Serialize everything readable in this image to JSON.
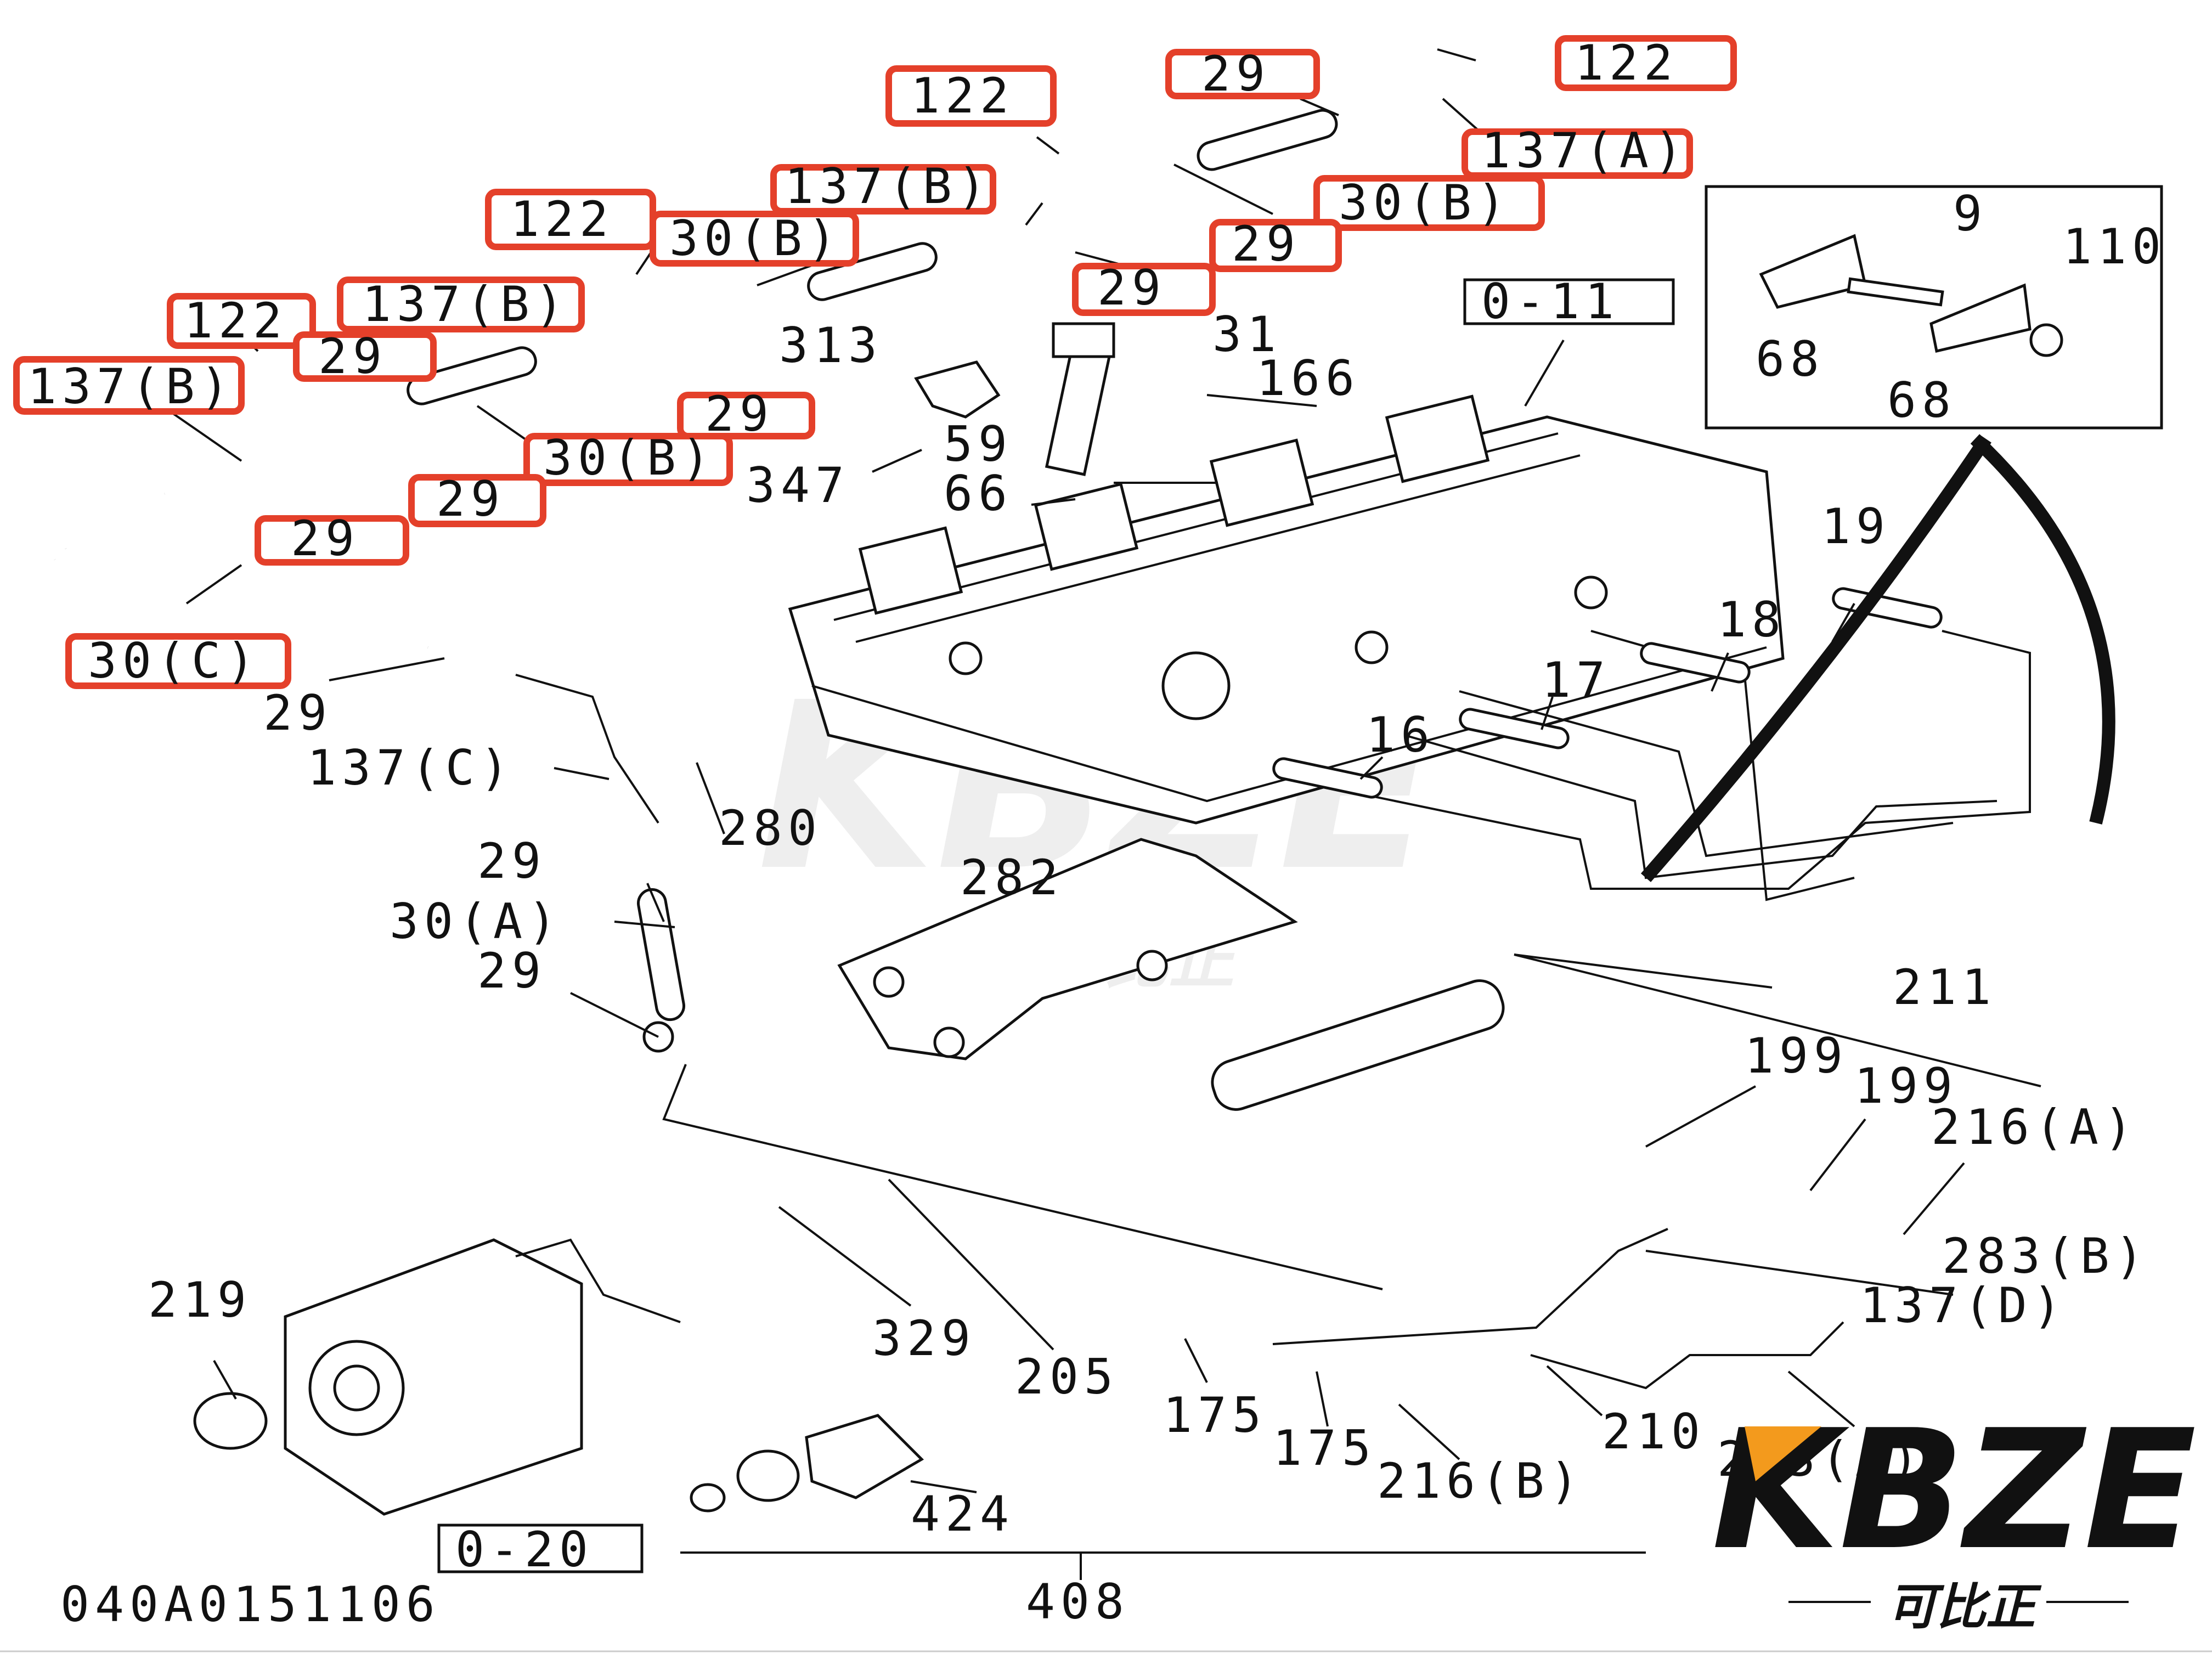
{
  "colors": {
    "highlight": "#e4402a",
    "ink": "#111111",
    "watermark": "#d8d8d8",
    "brand_accent": "#f39a1d"
  },
  "highlighted_labels": [
    {
      "id": "h1",
      "text": "122"
    },
    {
      "id": "h2",
      "text": "29"
    },
    {
      "id": "h3",
      "text": "122"
    },
    {
      "id": "h4",
      "text": "137(A)"
    },
    {
      "id": "h5",
      "text": "137(B)"
    },
    {
      "id": "h6",
      "text": "30(B)"
    },
    {
      "id": "h7",
      "text": "122"
    },
    {
      "id": "h8",
      "text": "30(B)"
    },
    {
      "id": "h9",
      "text": "29"
    },
    {
      "id": "h10",
      "text": "29"
    },
    {
      "id": "h11",
      "text": "122"
    },
    {
      "id": "h12",
      "text": "137(B)"
    },
    {
      "id": "h13",
      "text": "29"
    },
    {
      "id": "h14",
      "text": "137(B)"
    },
    {
      "id": "h15",
      "text": "29"
    },
    {
      "id": "h16",
      "text": "30(B)"
    },
    {
      "id": "h17",
      "text": "29"
    },
    {
      "id": "h18",
      "text": "29"
    },
    {
      "id": "h19",
      "text": "30(C)"
    }
  ],
  "labels": [
    {
      "id": "l1",
      "text": "313"
    },
    {
      "id": "l2",
      "text": "31"
    },
    {
      "id": "l3",
      "text": "166"
    },
    {
      "id": "l4",
      "text": "59"
    },
    {
      "id": "l5",
      "text": "347"
    },
    {
      "id": "l6",
      "text": "66"
    },
    {
      "id": "l7",
      "text": "9"
    },
    {
      "id": "l8",
      "text": "110"
    },
    {
      "id": "l9",
      "text": "68"
    },
    {
      "id": "l10",
      "text": "68"
    },
    {
      "id": "l11",
      "text": "19"
    },
    {
      "id": "l12",
      "text": "18"
    },
    {
      "id": "l13",
      "text": "17"
    },
    {
      "id": "l14",
      "text": "16"
    },
    {
      "id": "l15",
      "text": "29"
    },
    {
      "id": "l16",
      "text": "137(C)"
    },
    {
      "id": "l17",
      "text": "280"
    },
    {
      "id": "l18",
      "text": "29"
    },
    {
      "id": "l19",
      "text": "30(A)"
    },
    {
      "id": "l20",
      "text": "29"
    },
    {
      "id": "l21",
      "text": "282"
    },
    {
      "id": "l22",
      "text": "211"
    },
    {
      "id": "l23",
      "text": "199"
    },
    {
      "id": "l24",
      "text": "199"
    },
    {
      "id": "l25",
      "text": "216(A)"
    },
    {
      "id": "l26",
      "text": "283(B)"
    },
    {
      "id": "l27",
      "text": "137(D)"
    },
    {
      "id": "l28",
      "text": "219"
    },
    {
      "id": "l29",
      "text": "329"
    },
    {
      "id": "l30",
      "text": "205"
    },
    {
      "id": "l31",
      "text": "175"
    },
    {
      "id": "l32",
      "text": "175"
    },
    {
      "id": "l33",
      "text": "216(B)"
    },
    {
      "id": "l34",
      "text": "210"
    },
    {
      "id": "l35",
      "text": "283(A)"
    },
    {
      "id": "l36",
      "text": "424"
    },
    {
      "id": "l37",
      "text": "408"
    }
  ],
  "references": [
    {
      "id": "r1",
      "text": "0-11"
    },
    {
      "id": "r2",
      "text": "0-20"
    }
  ],
  "drawing_number": "040A0151106",
  "watermark": {
    "brand": "KBZE",
    "brand_cn": "可比正"
  }
}
